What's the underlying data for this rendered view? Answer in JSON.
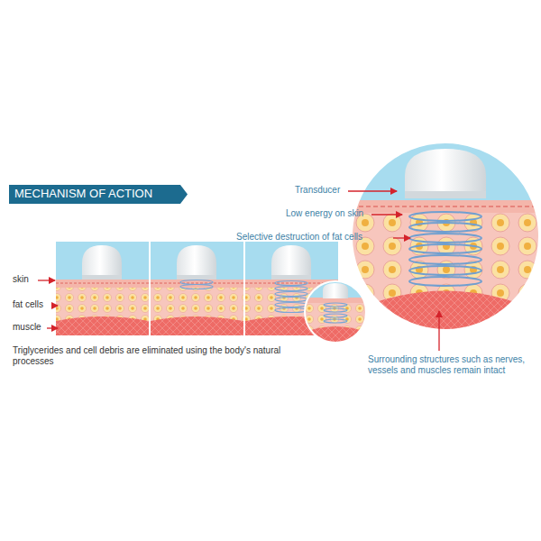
{
  "diagram": {
    "title": "MECHANISM OF ACTION",
    "caption": "Triglycerides and cell debris are eliminated using the body's natural processes",
    "labels": [
      "skin",
      "fat cells",
      "muscle",
      "Transducer",
      "Low energy on skin",
      "Selective destruction of fat cells",
      "Surrounding structures such as nerves, vessels and muscles remain intact"
    ]
  }
}
